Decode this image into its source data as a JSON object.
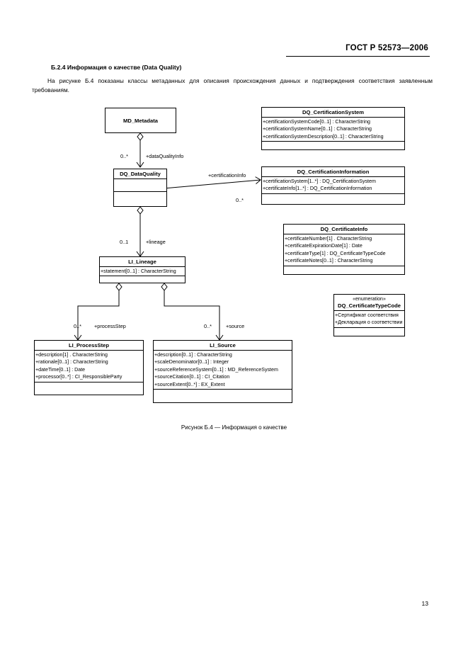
{
  "header": {
    "standard_title": "ГОСТ Р 52573—2006"
  },
  "section": {
    "heading": "Б.2.4  Информация о качестве (Data Quality)",
    "paragraph": "На рисунке Б.4 показаны классы метаданных для описания происхождения данных и подтверждения соответствия заявленным требованиям."
  },
  "figure": {
    "caption": "Рисунок Б.4 — Информация о качестве"
  },
  "footer": {
    "page_number": "13"
  },
  "diagram": {
    "classes": {
      "md_metadata": {
        "name": "MD_Metadata",
        "attributes": []
      },
      "dq_dataquality": {
        "name": "DQ_DataQuality",
        "attributes": []
      },
      "li_lineage": {
        "name": "LI_Lineage",
        "attributes": [
          "+statement[0..1] : CharacterString"
        ]
      },
      "li_processstep": {
        "name": "LI_ProcessStep",
        "attributes": [
          "+description[1] . CharacterString",
          "+rationale[0..1] : CharacterString",
          "+dateTime[0..1] : Date",
          "+processor[0..*] : CI_ResponsibleParty"
        ]
      },
      "li_source": {
        "name": "LI_Source",
        "attributes": [
          "+description[0..1] : CharacterString",
          "+scaleDenominator[0..1] : Integer",
          "+sourceReferenceSystem[0..1] : MD_ReferenceSystem",
          "+sourceCitation[0..1] : CI_Citation",
          "+sourceExtent[0..*] : EX_Extent"
        ]
      },
      "dq_certificationsystem": {
        "name": "DQ_CertificationSystem",
        "attributes": [
          "+certificationSystemCode[0..1] : CharacterString",
          "+certificationSystemName[0..1] : CharacterString",
          "+certificationSystemDescription[0..1] : CharacterString"
        ]
      },
      "dq_certificationinformation": {
        "name": "DQ_CertificationInformation",
        "attributes": [
          "+certificationSystem[1..*] : DQ_CertificationSystem",
          "+certificateInfo[1..*] : DQ_CertificationInformation"
        ]
      },
      "dq_certificateinfo": {
        "name": "DQ_CertificateInfo",
        "attributes": [
          "+certificateNumber[1] . CharacterString",
          "+certificateExpirationDate[1] : Date",
          "+certificateType[1] : DQ_CertificateTypeCode",
          "+certificateNotes[0..1] : CharacterString"
        ]
      },
      "dq_certificatetypecode": {
        "stereotype": "«enumeration»",
        "name": "DQ_CertificateTypeCode",
        "attributes": [
          "+Сертификат соответствия",
          "+Декларация о соответствии"
        ]
      }
    },
    "associations": {
      "dataqualityinfo": {
        "role": "+dataQualityInfo",
        "multiplicity": "0..*"
      },
      "certificationinfo": {
        "role": "+certificationInfo",
        "multiplicity": "0..*"
      },
      "lineage": {
        "role": "+lineage",
        "multiplicity": "0..1"
      },
      "processstep": {
        "role": "+processStep",
        "multiplicity": "0..*"
      },
      "source": {
        "role": "+source",
        "multiplicity": "0..*"
      }
    }
  }
}
